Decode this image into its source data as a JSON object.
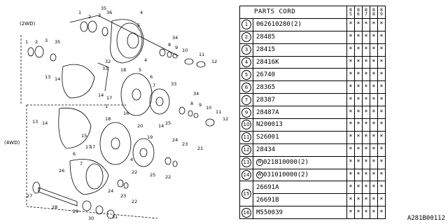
{
  "diagram": {
    "label_2wd": "(2WD)",
    "label_4wd": "(4WD)",
    "callouts": [
      "1",
      "2",
      "3",
      "35",
      "36",
      "4",
      "5",
      "34",
      "8",
      "9",
      "10",
      "11",
      "12",
      "1",
      "2",
      "3",
      "35",
      "13",
      "14",
      "32",
      "33",
      "4",
      "5",
      "6",
      "7",
      "18",
      "17",
      "14",
      "1",
      "34",
      "8",
      "9",
      "10",
      "11",
      "12",
      "33",
      "13",
      "14",
      "16",
      "18",
      "15",
      "17",
      "20",
      "19",
      "14",
      "25",
      "6",
      "24",
      "23",
      "21",
      "26",
      "22",
      "17",
      "4",
      "22",
      "25",
      "24",
      "23",
      "27",
      "28",
      "29",
      "30",
      "31",
      "22",
      "7"
    ]
  },
  "table": {
    "title": "PARTS CORD",
    "year_columns": [
      [
        "8",
        "5"
      ],
      [
        "8",
        "6"
      ],
      [
        "8",
        "7"
      ],
      [
        "8",
        "8"
      ],
      [
        "8",
        "9"
      ]
    ],
    "rows": [
      {
        "num": "1",
        "code": "062610280(2)",
        "prefix": "",
        "marks": [
          "*",
          "*",
          "*",
          "*",
          "*"
        ]
      },
      {
        "num": "2",
        "code": "28485",
        "prefix": "",
        "marks": [
          "*",
          "*",
          "*",
          "*",
          "*"
        ]
      },
      {
        "num": "3",
        "code": "28415",
        "prefix": "",
        "marks": [
          "*",
          "*",
          "*",
          "*",
          "*"
        ]
      },
      {
        "num": "4",
        "code": "28416K",
        "prefix": "",
        "marks": [
          "*",
          "*",
          "*",
          "*",
          "*"
        ]
      },
      {
        "num": "5",
        "code": "26740",
        "prefix": "",
        "marks": [
          "*",
          "*",
          "*",
          "*",
          "*"
        ]
      },
      {
        "num": "6",
        "code": "28365",
        "prefix": "",
        "marks": [
          "*",
          "*",
          "*",
          "*",
          "*"
        ]
      },
      {
        "num": "7",
        "code": "28387",
        "prefix": "",
        "marks": [
          "*",
          "*",
          "*",
          "*",
          "*"
        ]
      },
      {
        "num": "9",
        "code": "28487A",
        "prefix": "",
        "marks": [
          "*",
          "*",
          "*",
          "*",
          "*"
        ]
      },
      {
        "num": "10",
        "code": "N200013",
        "prefix": "",
        "marks": [
          "*",
          "*",
          "*",
          "*",
          "*"
        ]
      },
      {
        "num": "11",
        "code": "S26001",
        "prefix": "",
        "marks": [
          "*",
          "*",
          "*",
          "*",
          "*"
        ]
      },
      {
        "num": "12",
        "code": "28434",
        "prefix": "",
        "marks": [
          "*",
          "*",
          "*",
          "*",
          "*"
        ]
      },
      {
        "num": "13",
        "code": "021810000(2)",
        "prefix": "N",
        "marks": [
          "*",
          "*",
          "*",
          "*",
          "*"
        ]
      },
      {
        "num": "14",
        "code": "031010000(2)",
        "prefix": "W",
        "marks": [
          "*",
          "*",
          "*",
          "*",
          "*"
        ]
      },
      {
        "num": "15",
        "code": "26691A",
        "prefix": "",
        "marks": [
          "*",
          "*",
          "*",
          "*",
          "*"
        ],
        "span": 2
      },
      {
        "num": "",
        "code": "26691B",
        "prefix": "",
        "marks": [
          "*",
          "*",
          "*",
          "*",
          "*"
        ],
        "cont": true
      },
      {
        "num": "16",
        "code": "M550039",
        "prefix": "",
        "marks": [
          "*",
          "*",
          "*",
          "*",
          "*"
        ]
      }
    ]
  },
  "catalog_code": "A281B00112"
}
